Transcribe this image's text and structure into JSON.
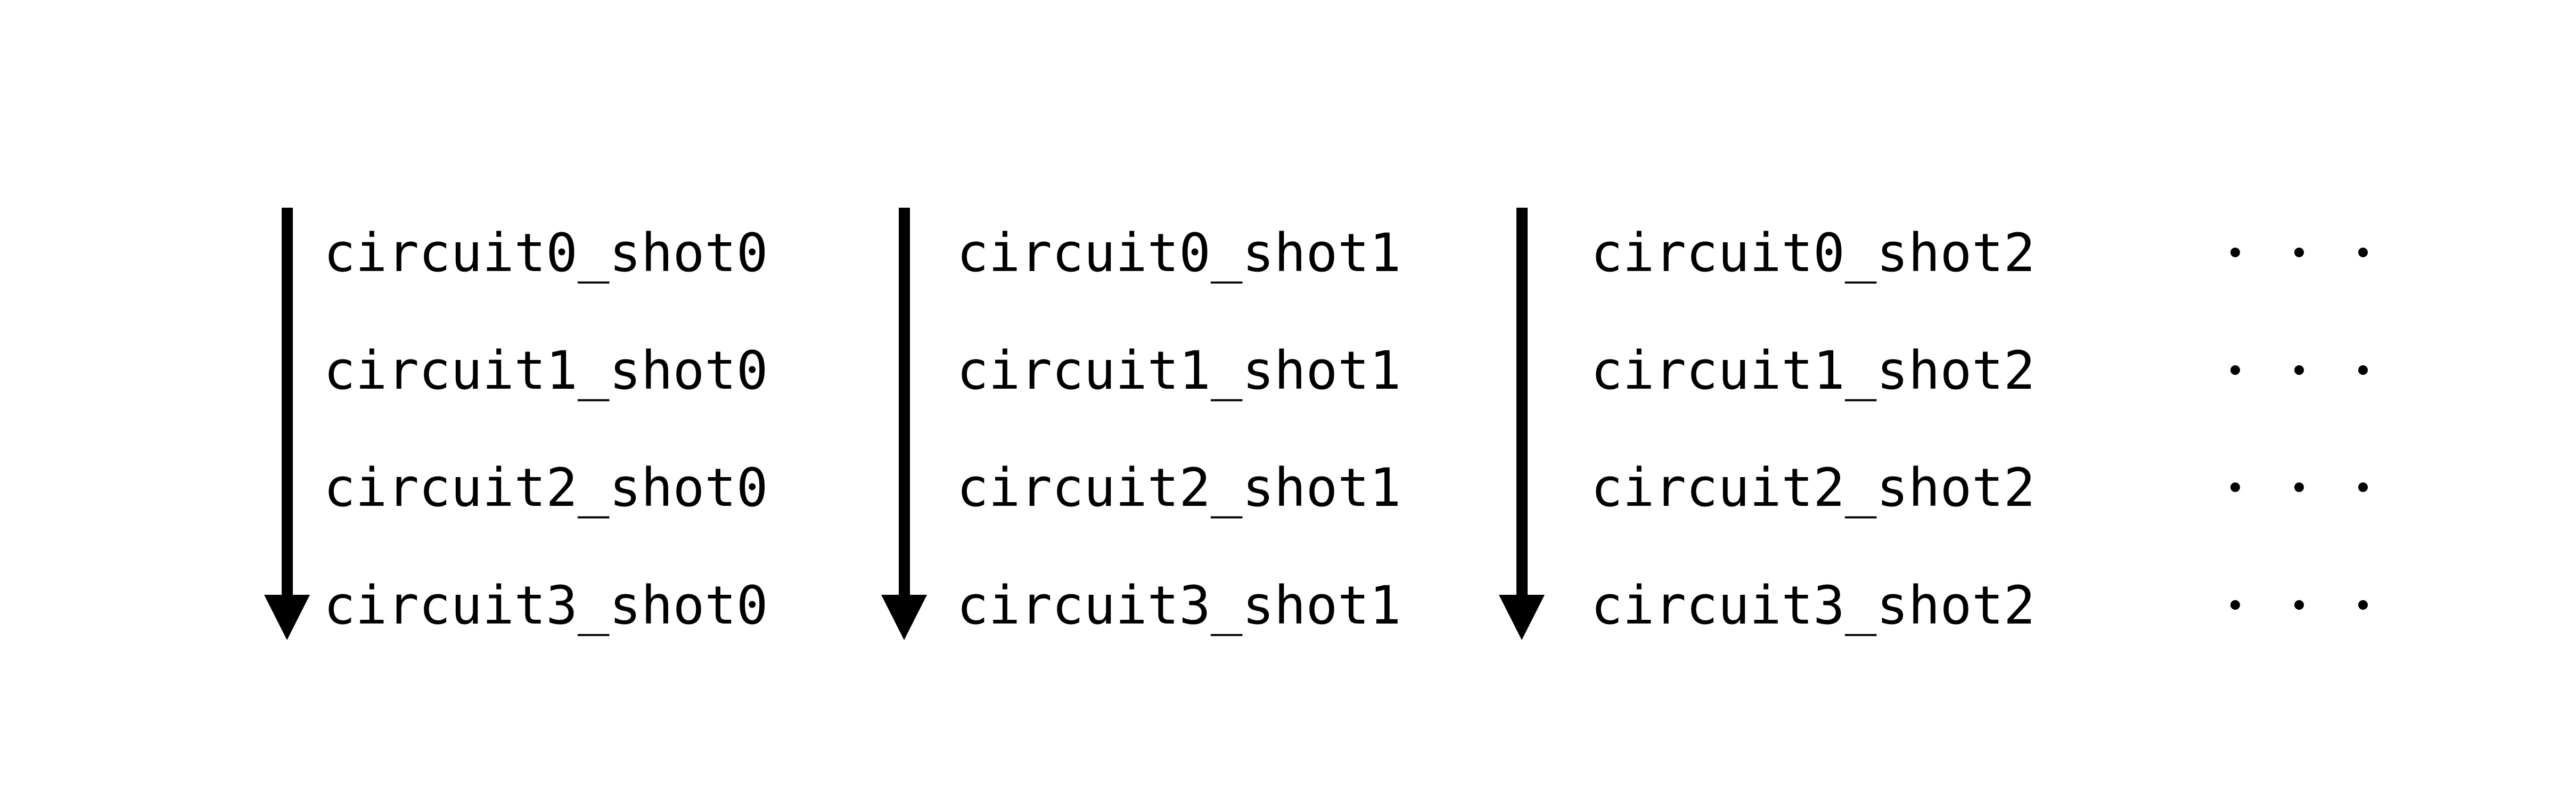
{
  "diagram": {
    "background_color": "#ffffff",
    "ink_color": "#000000",
    "columns": [
      {
        "arrow_icon": "down-arrow",
        "labels": [
          "circuit0_shot0",
          "circuit1_shot0",
          "circuit2_shot0",
          "circuit3_shot0"
        ]
      },
      {
        "arrow_icon": "down-arrow",
        "labels": [
          "circuit0_shot1",
          "circuit1_shot1",
          "circuit2_shot1",
          "circuit3_shot1"
        ]
      },
      {
        "arrow_icon": "down-arrow",
        "labels": [
          "circuit0_shot2",
          "circuit1_shot2",
          "circuit2_shot2",
          "circuit3_shot2"
        ]
      }
    ],
    "continuation": {
      "symbol": "ellipsis",
      "rows": 4,
      "dots_per_row": 3
    }
  }
}
